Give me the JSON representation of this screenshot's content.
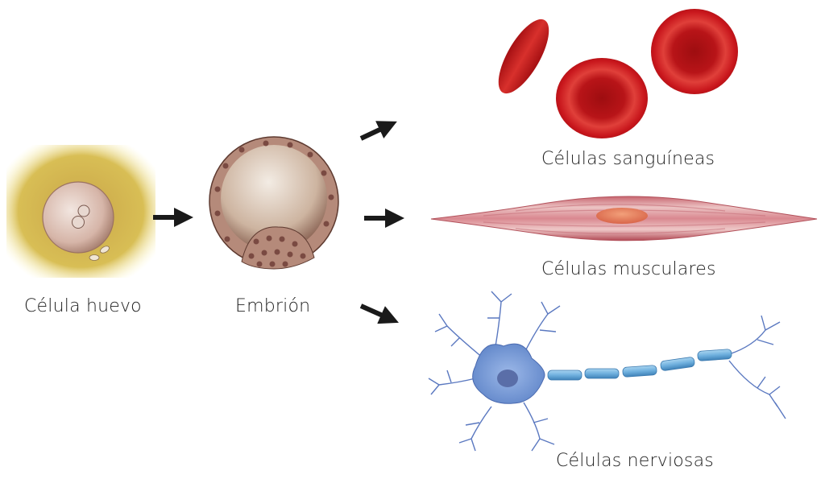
{
  "labels": {
    "egg": "Célula huevo",
    "embryo": "Embrión",
    "blood": "Células sanguíneas",
    "muscle": "Células musculares",
    "nerve": "Células nerviosas"
  },
  "colors": {
    "arrow": "#1a1a1a",
    "blood": "#c8161c",
    "muscle": "#d9858a",
    "nerve": "#6f97d6",
    "embryo": "#a07060",
    "egg_bg": "#d6b84a"
  }
}
